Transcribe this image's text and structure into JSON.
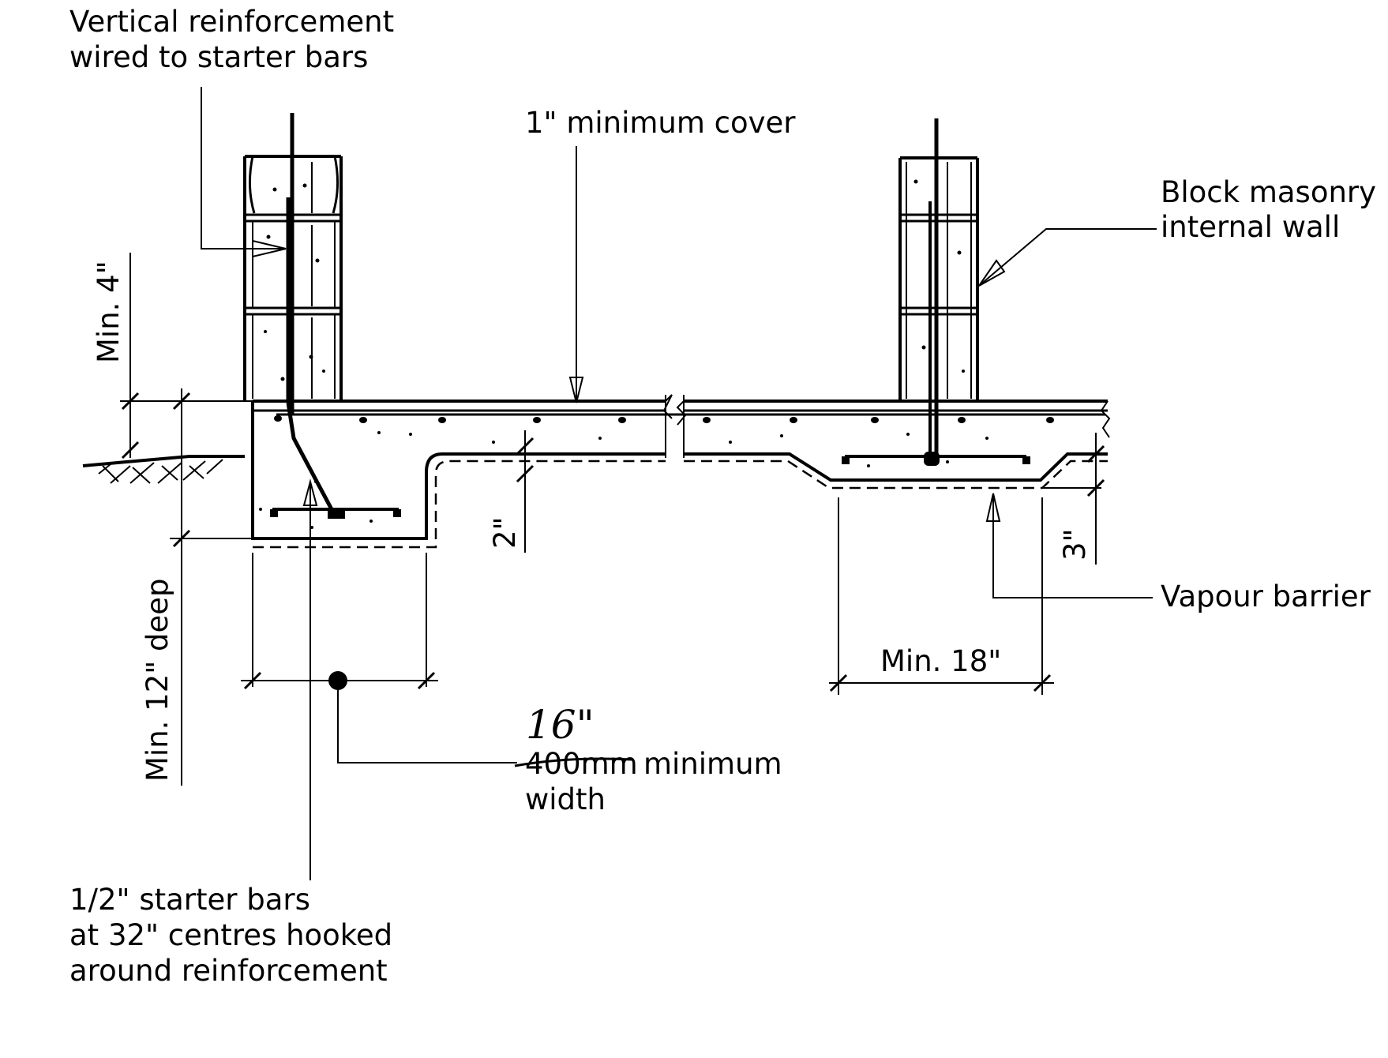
{
  "labels": {
    "vertical_reinforcement_line1": "Vertical reinforcement",
    "vertical_reinforcement_line2": "wired to starter bars",
    "min_cover": "1\" minimum cover",
    "block_masonry_line1": "Block masonry",
    "block_masonry_line2": "internal wall",
    "min_4": "Min. 4\"",
    "two_inch": "2\"",
    "three_inch": "3\"",
    "vapour_barrier": "Vapour barrier",
    "min_12_deep": "Min. 12\" deep",
    "min_18": "Min. 18\"",
    "handwritten_16": "16\"",
    "width_struck": "400mm",
    "width_suffix": "minimum",
    "width_line2": "width",
    "starter_bars_line1": "1/2\" starter bars",
    "starter_bars_line2": "at 32\" centres hooked",
    "starter_bars_line3": "around reinforcement"
  }
}
